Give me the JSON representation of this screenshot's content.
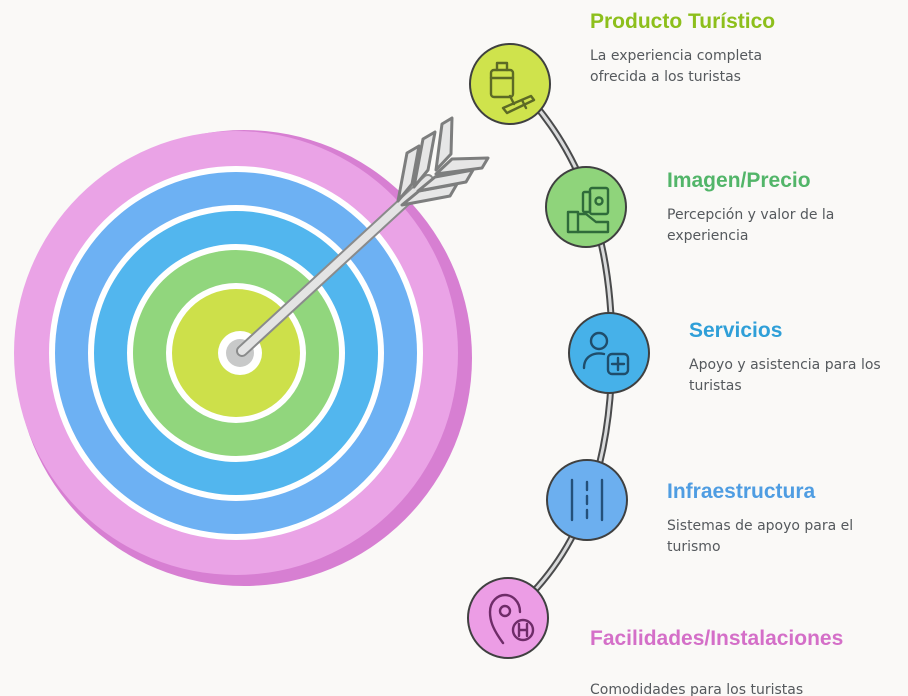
{
  "items": [
    {
      "title": "Producto Turístico",
      "description": "La experiencia completa ofrecida a los turistas",
      "icon": "suitcase-plane-icon",
      "color": "#cde24b"
    },
    {
      "title": "Imagen/Precio",
      "description": "Percepción y valor de la experiencia",
      "icon": "hand-money-icon",
      "color": "#8ed37a"
    },
    {
      "title": "Servicios",
      "description": "Apoyo y asistencia para los turistas",
      "icon": "person-medical-icon",
      "color": "#45b0e8"
    },
    {
      "title": "Infraestructura",
      "description": "Sistemas de apoyo para el turismo",
      "icon": "road-icon",
      "color": "#6aaef0"
    },
    {
      "title": "Facilidades/Instalaciones",
      "description": "Comodidades para los turistas",
      "icon": "location-hotel-icon",
      "color": "#eb9ce4"
    }
  ],
  "target_colors": [
    "#e9a1e5",
    "#6cb1f2",
    "#55b8ef",
    "#8fd57c",
    "#ccde47"
  ]
}
